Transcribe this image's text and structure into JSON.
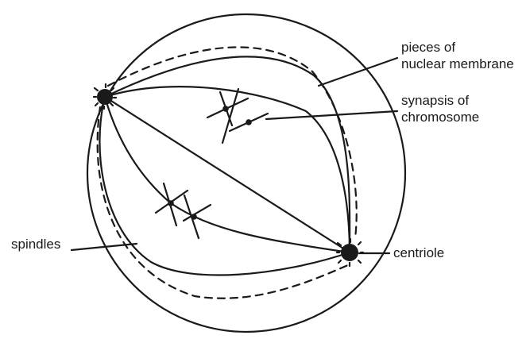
{
  "diagram": {
    "labels": {
      "pieces_line1": "pieces of",
      "pieces_line2": "nuclear membrane",
      "synapsis_line1": "synapsis of",
      "synapsis_line2": "chromosome",
      "spindles": "spindles",
      "centriole": "centriole"
    },
    "colors": {
      "stroke": "#1a1a1a",
      "background": "#ffffff"
    }
  }
}
